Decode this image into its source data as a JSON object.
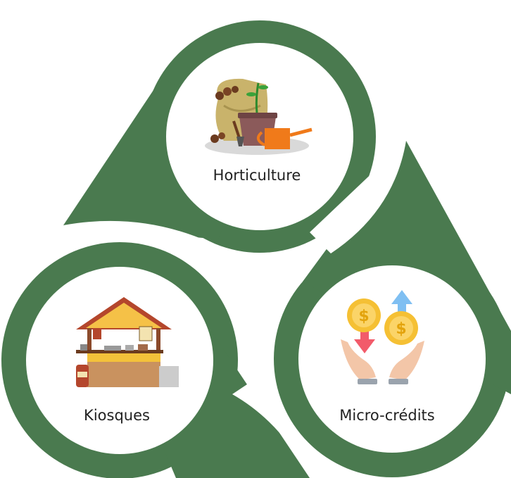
{
  "colors": {
    "ring": "#4a7a4f",
    "background": "#ffffff",
    "disc": "#ffffff",
    "text": "#222222"
  },
  "nodes": [
    {
      "id": "horticulture",
      "label": "Horticulture",
      "icon": "gardening-icon"
    },
    {
      "id": "kiosques",
      "label": "Kiosques",
      "icon": "market-stall-icon"
    },
    {
      "id": "microcredits",
      "label": "Micro-crédits",
      "icon": "money-exchange-icon"
    }
  ]
}
